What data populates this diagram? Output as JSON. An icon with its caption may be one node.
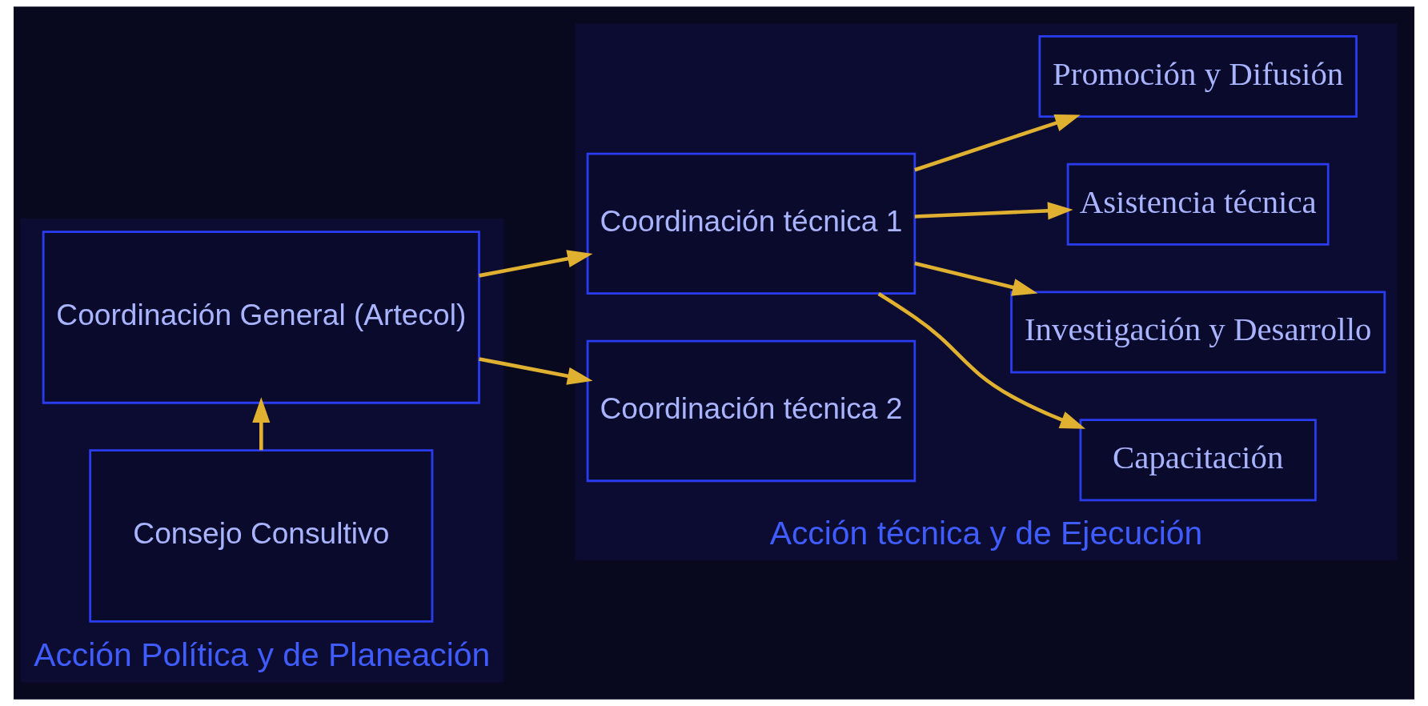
{
  "diagram": {
    "nodes": [
      {
        "text": [
          "Acción Política y de Planeación"
        ]
      },
      {
        "text": [
          "Consejo Consultivo"
        ],
        "in": 0
      },
      {
        "text": [
          "Coordinación General (Artecol)"
        ],
        "in": 0
      },
      {
        "text": [
          "Acción técnica y de Ejecución"
        ]
      },
      {
        "text": [
          "Coordinación técnica 1"
        ],
        "in": 3
      },
      {
        "text": [
          "Coordinación técnica 2"
        ],
        "in": 3
      },
      {
        "text": [
          "Capacitación"
        ],
        "in": 3
      },
      {
        "text": [
          "Investigación y Desarrollo"
        ],
        "in": 3
      },
      {
        "text": [
          "Asistencia técnica"
        ],
        "in": 3
      },
      {
        "text": [
          "Promoción y Difusión"
        ],
        "in": 3
      }
    ],
    "edges": [
      {
        "from": 1,
        "to": 2,
        "arrow": "to"
      },
      {
        "from": 2,
        "to": 4,
        "arrow": "to"
      },
      {
        "from": 2,
        "to": 5,
        "arrow": "to"
      },
      {
        "from": 4,
        "to": 6,
        "arrow": "to"
      },
      {
        "from": 4,
        "to": 7,
        "arrow": "to"
      },
      {
        "from": 4,
        "to": 8,
        "arrow": "to"
      },
      {
        "from": 4,
        "to": 9,
        "arrow": "to"
      }
    ]
  }
}
